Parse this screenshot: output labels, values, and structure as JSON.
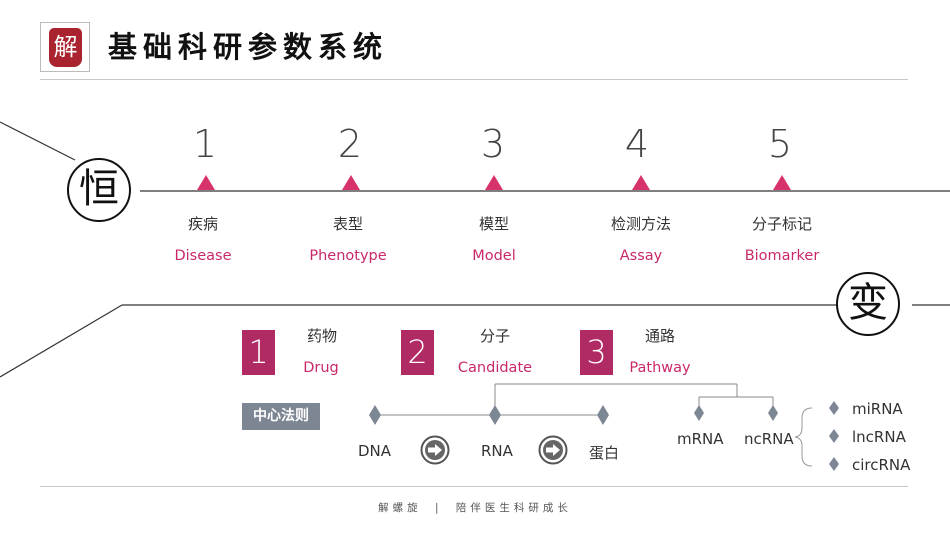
{
  "header": {
    "logo_char": "解",
    "title": "基础科研参数系统"
  },
  "constant": {
    "symbol": "恒",
    "steps": [
      {
        "num": "1",
        "zh": "疾病",
        "en": "Disease"
      },
      {
        "num": "2",
        "zh": "表型",
        "en": "Phenotype"
      },
      {
        "num": "3",
        "zh": "模型",
        "en": "Model"
      },
      {
        "num": "4",
        "zh": "检测方法",
        "en": "Assay"
      },
      {
        "num": "5",
        "zh": "分子标记",
        "en": "Biomarker"
      }
    ]
  },
  "variable": {
    "symbol": "变",
    "items": [
      {
        "num": "1",
        "zh": "药物",
        "en": "Drug"
      },
      {
        "num": "2",
        "zh": "分子",
        "en": "Candidate"
      },
      {
        "num": "3",
        "zh": "通路",
        "en": "Pathway"
      }
    ]
  },
  "dogma": {
    "label": "中心法则",
    "dna": "DNA",
    "rna": "RNA",
    "protein": "蛋白",
    "mrna": "mRNA",
    "ncrna": "ncRNA",
    "ncrna_types": [
      "miRNA",
      "lncRNA",
      "circRNA"
    ]
  },
  "footer": {
    "brand": "解螺旋",
    "separator": "|",
    "slogan": "陪伴医生科研成长"
  },
  "colors": {
    "accent": "#c9286a",
    "box": "#b02a63",
    "badge": "#7d8793",
    "line": "#333333"
  }
}
